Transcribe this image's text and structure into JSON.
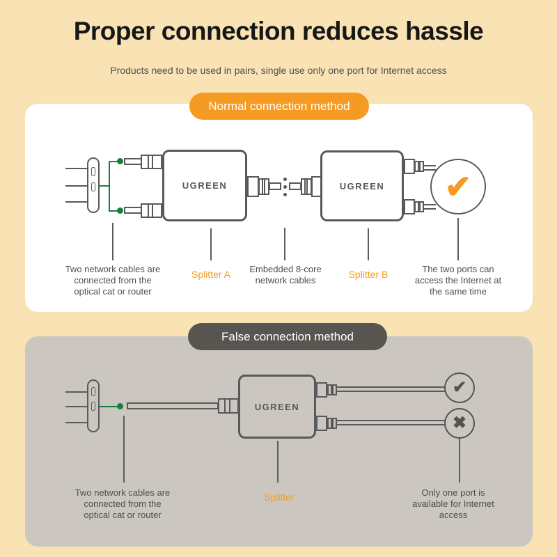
{
  "header": {
    "title": "Proper connection reduces hassle",
    "subtitle": "Products need to be used in pairs, single use only one port for Internet access"
  },
  "brand": "UGREEN",
  "icons": {
    "check": "✔",
    "cross": "✖"
  },
  "colors": {
    "background": "#F9E3B4",
    "accent_orange": "#F59B23",
    "badge_dark": "#575550",
    "card_gray": "#CBC7C0",
    "line_gray": "#58595B",
    "text_gray": "#4E4E4E",
    "green": "#177E3E"
  },
  "normal_section": {
    "badge": "Normal connection method",
    "source_label": "Two network cables are\nconnected from the\noptical cat or router",
    "splitter_a_label": "Splitter A",
    "cable_label": "Embedded 8-core\nnetwork cables",
    "splitter_b_label": "Splitter B",
    "result_label": "The two ports can\naccess the Internet at\nthe same time"
  },
  "false_section": {
    "badge": "False connection method",
    "source_label": "Two network cables are\nconnected from the\noptical cat or router",
    "splitter_label": "Splitter",
    "result_label": "Only one port is\navailable for Internet\naccess"
  }
}
